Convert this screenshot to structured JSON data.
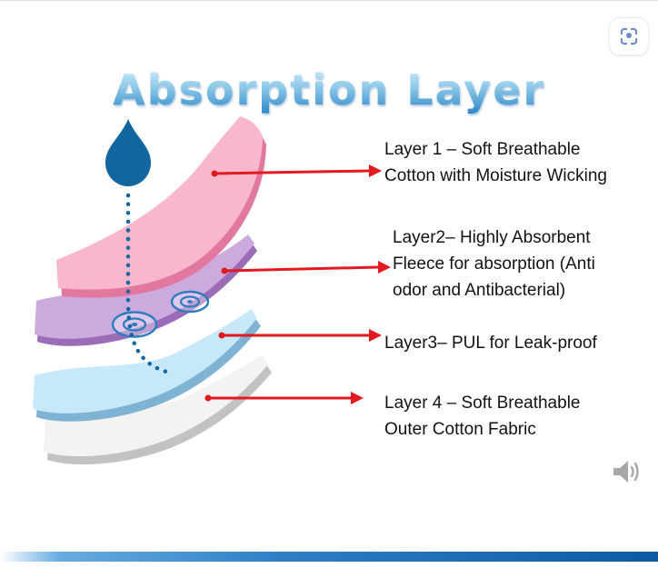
{
  "title": "Absorption Layer",
  "annotations": [
    {
      "label": "Layer 1 – Soft Breathable Cotton with Moisture Wicking"
    },
    {
      "label": "Layer2– Highly Absorbent Fleece for absorption (Anti odor and Antibacterial)"
    },
    {
      "label": "Layer3– PUL for Leak-proof"
    },
    {
      "label": "Layer 4 – Soft Breathable Outer Cotton Fabric"
    }
  ],
  "layers": [
    {
      "name": "Layer 1",
      "fill": "#f8b7cb",
      "edge": "#e2789f"
    },
    {
      "name": "Layer 2",
      "fill": "#cdaade",
      "edge": "#9b6cb8"
    },
    {
      "name": "Layer 3",
      "fill": "#c6e8f8",
      "edge": "#7fb3d4"
    },
    {
      "name": "Layer 4",
      "fill": "#f3f3f2",
      "edge": "#c2c2c2"
    }
  ],
  "colors": {
    "arrow": "#e2191f",
    "drop": "#11669f",
    "ripple": "#2b7dbf",
    "title_top": "#d4f1fd",
    "title_bottom": "#2b85c6",
    "icon_blue": "#6b8fc2",
    "icon_gray": "#9e9e9e"
  },
  "icons": {
    "top_right": "lens-scan",
    "bottom_right": "volume"
  }
}
